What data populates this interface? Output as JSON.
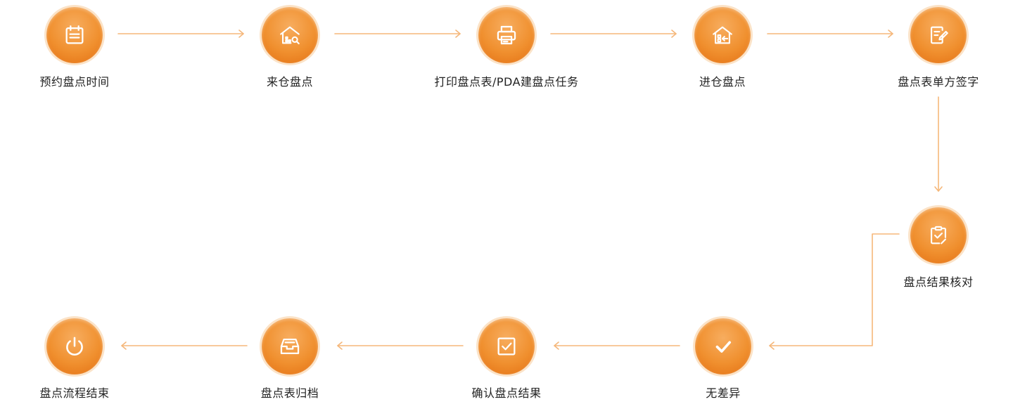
{
  "colors": {
    "accent": "#f0902f",
    "connector": "#f5b77a",
    "text": "#222222"
  },
  "steps": [
    {
      "label": "预约盘点时间",
      "icon": "calendar-icon"
    },
    {
      "label": "来仓盘点",
      "icon": "warehouse-search-icon"
    },
    {
      "label": "打印盘点表/PDA建盘点任务",
      "icon": "printer-icon"
    },
    {
      "label": "进仓盘点",
      "icon": "warehouse-enter-icon"
    },
    {
      "label": "盘点表单方签字",
      "icon": "document-sign-icon"
    },
    {
      "label": "盘点结果核对",
      "icon": "clipboard-check-icon"
    },
    {
      "label": "无差异",
      "icon": "checkmark-icon"
    },
    {
      "label": "确认盘点结果",
      "icon": "checkbox-icon"
    },
    {
      "label": "盘点表归档",
      "icon": "archive-tray-icon"
    },
    {
      "label": "盘点流程结束",
      "icon": "power-icon"
    }
  ]
}
